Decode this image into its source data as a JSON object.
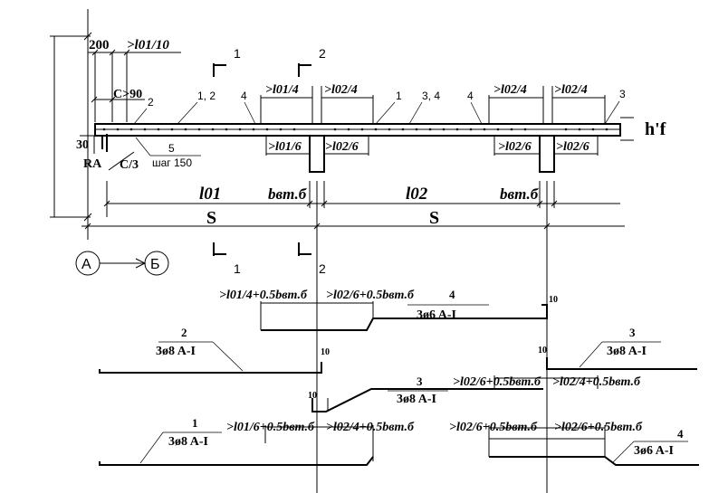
{
  "labels": {
    "d200": "200",
    "l01_10": ">l01/10",
    "cut1_top": "1",
    "cut2_top": "2",
    "cut1_bot": "1",
    "cut2_bot": "2",
    "c90": "C>90",
    "two_top": "2",
    "one_two": "1, 2",
    "four_a": "4",
    "one_mid": "1",
    "three_four": "3, 4",
    "four_b": "4",
    "three_r": "3",
    "l01_4": ">l01/4",
    "l02_4_a": ">l02/4",
    "l02_4_b": ">l02/4",
    "l02_4_c": ">l02/4",
    "l01_6": ">l01/6",
    "l02_6_a": ">l02/6",
    "l02_6_b": ">l02/6",
    "l02_6_c": ">l02/6",
    "hf": "h'f",
    "d30": "30",
    "ra": "RA",
    "c3": "C/3",
    "five": "5",
    "step": "шаг 150",
    "l01": "l01",
    "l02": "l02",
    "bvt1": "bвт.б",
    "bvt2": "bвт.б",
    "s1": "S",
    "s2": "S",
    "axis_a": "А",
    "axis_b": "Б",
    "bar2_num": "2",
    "bar2_spec": "3ø8 A-I",
    "bar4_num": "4",
    "bar4_spec": "3ø6 A-I",
    "bar4_dim1": ">l01/4+0.5bвт.б",
    "bar4_dim2": ">l02/6+0.5bвт.б",
    "bar3r_num": "3",
    "bar3r_spec": "3ø8 A-I",
    "bar3m_num": "3",
    "bar3m_spec": "3ø8 A-I",
    "bar3m_dim1": ">l02/6+0.5bвт.б",
    "bar3m_dim2": ">l02/4+0.5bвт.б",
    "bar1_num": "1",
    "bar1_spec": "3ø8 A-I",
    "bar1_dim1": ">l01/6+0.5bвт.б",
    "bar1_dim2": ">l02/4+0.5bвт.б",
    "bar4b_dim1": ">l02/6+0.5bвт.б",
    "bar4b_dim2": ">l02/6+0.5bвт.б",
    "bar4b_num": "4",
    "bar4b_spec": "3ø6 A-I",
    "ten_a": "10",
    "ten_b": "10",
    "ten_c": "10",
    "ten_d": "10"
  }
}
